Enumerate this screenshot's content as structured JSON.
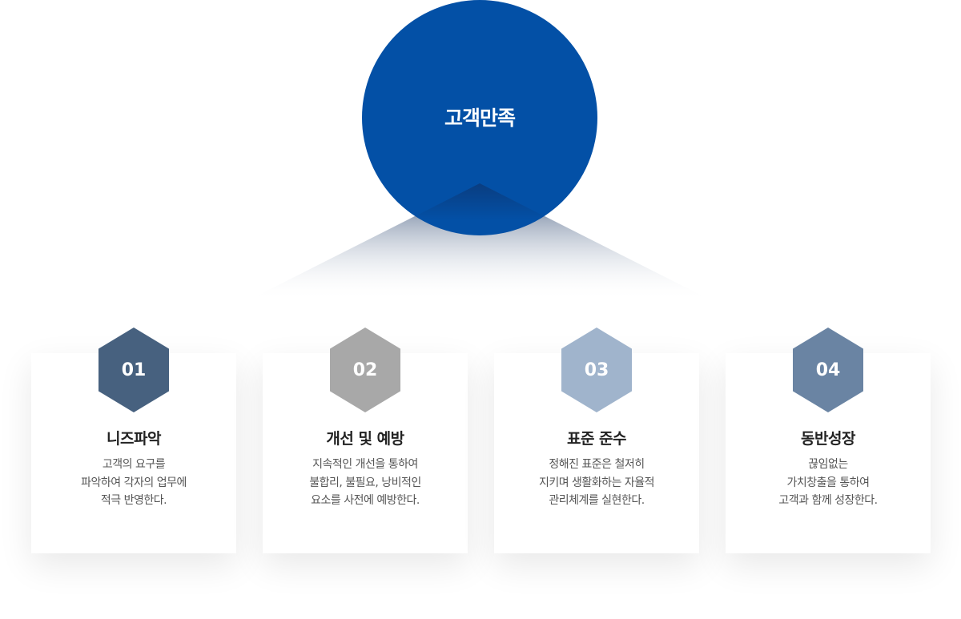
{
  "center": {
    "label": "고객만족",
    "color": "#0350a6"
  },
  "items": [
    {
      "num": "01",
      "color": "#47617f",
      "title": "니즈파악",
      "lines": [
        "고객의 요구를",
        "파악하여 각자의 업무에",
        "적극 반영한다."
      ]
    },
    {
      "num": "02",
      "color": "#a8a8a8",
      "title": "개선 및 예방",
      "lines": [
        "지속적인 개선을 통하여",
        "불합리, 불필요, 낭비적인",
        "요소를 사전에 예방한다."
      ]
    },
    {
      "num": "03",
      "color": "#a0b4cc",
      "title": "표준 준수",
      "lines": [
        "정해진 표준은 철저히",
        "지키며 생활화하는 자율적",
        "관리체계를 실현한다."
      ]
    },
    {
      "num": "04",
      "color": "#6a84a3",
      "title": "동반성장",
      "lines": [
        "끊임없는",
        "가치창출을 통하여",
        "고객과 함께 성장한다."
      ]
    }
  ]
}
